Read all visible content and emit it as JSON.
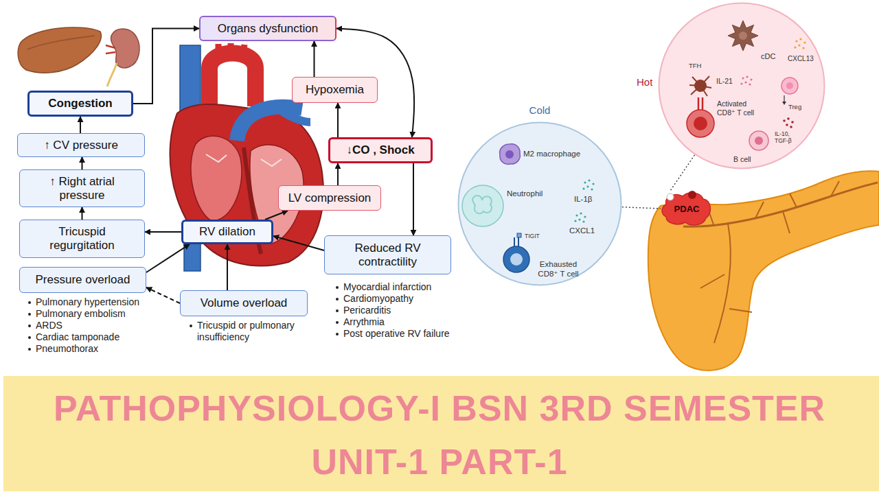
{
  "diagram": {
    "title": "PATHOPHYSIOLOGY-I BSN 3RD SEMESTER UNIT-1 PART-1",
    "nodes": [
      {
        "text": [
          "Organs dysfunction"
        ]
      },
      {
        "text": [
          "Congestion"
        ]
      },
      {
        "text": [
          "Hypoxemia"
        ]
      },
      {
        "text": [
          "↑ CV pressure"
        ]
      },
      {
        "text": [
          "↓CO , Shock"
        ]
      },
      {
        "text": [
          "↑ Right atrial pressure"
        ]
      },
      {
        "text": [
          "LV compression"
        ]
      },
      {
        "text": [
          "Tricuspid regurgitation"
        ]
      },
      {
        "text": [
          "RV dilation"
        ]
      },
      {
        "text": [
          "Reduced RV contractility"
        ]
      },
      {
        "text": [
          "Pressure overload"
        ]
      },
      {
        "text": [
          "Volume overload"
        ]
      },
      {
        "text": [
          "Hot"
        ]
      },
      {
        "text": [
          "Cold"
        ]
      },
      {
        "text": [
          "PDAC"
        ]
      }
    ],
    "edges": [
      {
        "from": 1,
        "to": 0,
        "arrow": "to"
      },
      {
        "from": 3,
        "to": 1,
        "arrow": "to"
      },
      {
        "from": 5,
        "to": 3,
        "arrow": "to"
      },
      {
        "from": 7,
        "to": 5,
        "arrow": "to"
      },
      {
        "from": 8,
        "to": 7,
        "arrow": "to"
      },
      {
        "from": 10,
        "to": 8,
        "arrow": "to"
      },
      {
        "from": 11,
        "to": 10,
        "arrow": "to"
      },
      {
        "from": 11,
        "to": 8,
        "arrow": "to"
      },
      {
        "from": 9,
        "to": 8,
        "arrow": "to"
      },
      {
        "from": 8,
        "to": 6,
        "arrow": "to"
      },
      {
        "from": 6,
        "to": 4,
        "arrow": "to"
      },
      {
        "from": 4,
        "to": 2,
        "arrow": "to"
      },
      {
        "from": 2,
        "to": 0,
        "arrow": "to"
      },
      {
        "from": 0,
        "to": 4,
        "arrow": "both"
      },
      {
        "from": 4,
        "to": 9,
        "arrow": "to"
      },
      {
        "from": 12,
        "to": 14,
        "arrow": "none"
      },
      {
        "from": 13,
        "to": 14,
        "arrow": "none"
      }
    ],
    "labels": [
      "Pulmonary hypertension",
      "Pulmonary embolism",
      "ARDS",
      "Cardiac tamponade",
      "Pneumothorax",
      "Tricuspid or pulmonary insufficiency",
      "Myocardial infarction",
      "Cardiomyopathy",
      "Pericarditis",
      "Arrythmia",
      "Post operative RV failure",
      "TFH",
      "cDC",
      "CXCL13",
      "IL-21",
      "Activated CD8⁺ T cell",
      "Treg",
      "IL-10, TGF-β",
      "B cell",
      "M2 macrophage",
      "Neutrophil",
      "IL-1β",
      "CXCL1",
      "TIGIT",
      "Exhausted CD8⁺ T cell"
    ]
  }
}
